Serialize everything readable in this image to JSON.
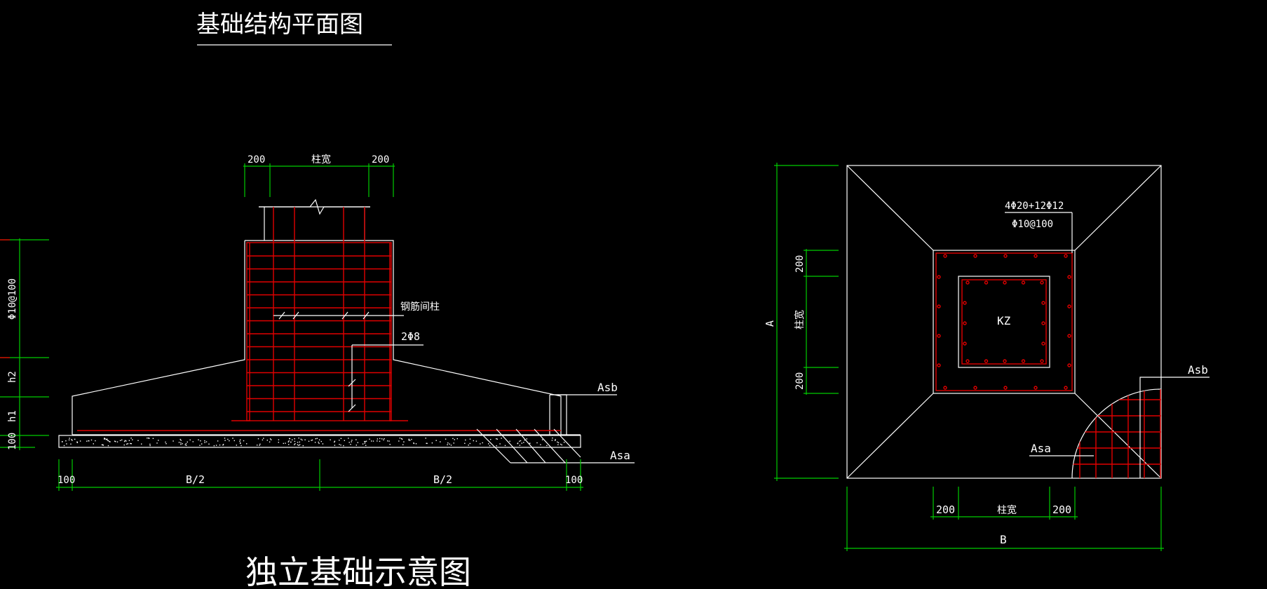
{
  "drawing": {
    "top_title": "基础结构平面图",
    "bottom_title": "独立基础示意图"
  },
  "section": {
    "dim_top": [
      "200",
      "柱宽",
      "200"
    ],
    "dim_bottom": [
      "100",
      "B/2",
      "B/2",
      "100"
    ],
    "dim_left": [
      "Φ10@100",
      "h2",
      "h1",
      "100"
    ],
    "label_steel_column": "钢筋间柱",
    "label_2phi8": "2Φ8",
    "label_asb": "Asb",
    "label_asa": "Asa"
  },
  "plan": {
    "label_rebar_main": "4Φ20+12Φ12",
    "label_rebar_stirrup": "Φ10@100",
    "label_kz": "KZ",
    "label_asb": "Asb",
    "label_asa": "Asa",
    "dim_left_outer": "A",
    "dim_left_inner": [
      "200",
      "柱宽",
      "200"
    ],
    "dim_bottom_inner": [
      "200",
      "柱宽",
      "200"
    ],
    "dim_bottom_outer": "B"
  },
  "colors": {
    "background": "#000000",
    "lines": "#ffffff",
    "dimensions": "#00cc00",
    "rebar": "#e00000"
  }
}
